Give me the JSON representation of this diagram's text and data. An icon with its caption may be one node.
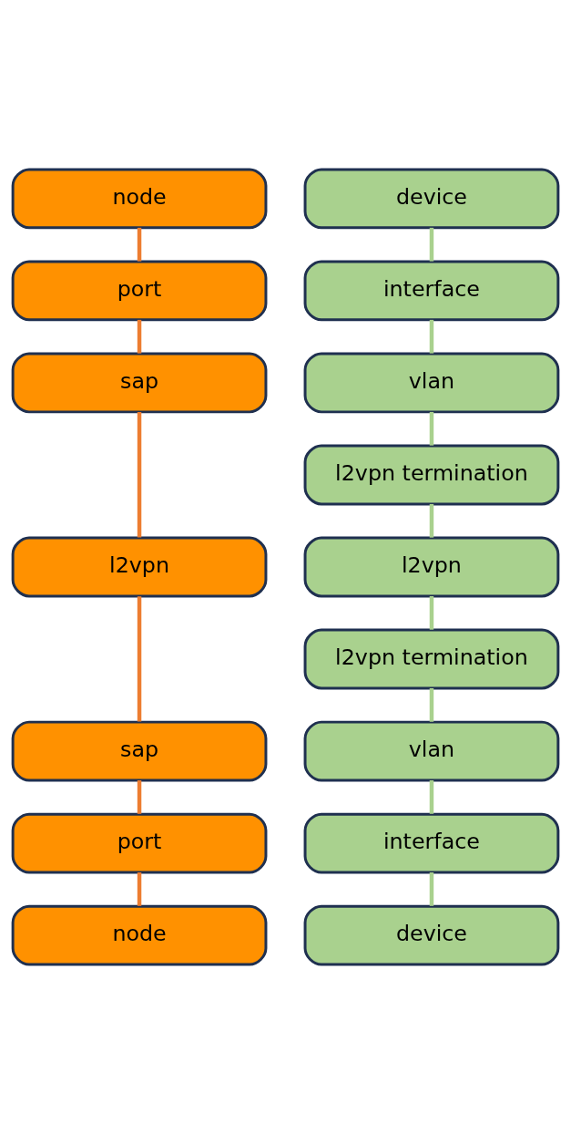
{
  "diagram": {
    "nodes": [
      {
        "text": [
          "node"
        ]
      },
      {
        "text": [
          "device"
        ]
      },
      {
        "text": [
          "port"
        ]
      },
      {
        "text": [
          "interface"
        ]
      },
      {
        "text": [
          "sap"
        ]
      },
      {
        "text": [
          "vlan"
        ]
      },
      {
        "text": [
          "l2vpn termination"
        ]
      },
      {
        "text": [
          "l2vpn"
        ]
      },
      {
        "text": [
          "l2vpn"
        ]
      },
      {
        "text": [
          "l2vpn termination"
        ]
      },
      {
        "text": [
          "sap"
        ]
      },
      {
        "text": [
          "vlan"
        ]
      },
      {
        "text": [
          "port"
        ]
      },
      {
        "text": [
          "interface"
        ]
      },
      {
        "text": [
          "node"
        ]
      },
      {
        "text": [
          "device"
        ]
      }
    ],
    "edges": [
      {
        "from": 1,
        "to": 3,
        "arrow": "none"
      },
      {
        "from": 3,
        "to": 5,
        "arrow": "none"
      },
      {
        "from": 5,
        "to": 6,
        "arrow": "none"
      },
      {
        "from": 6,
        "to": 8,
        "arrow": "none"
      },
      {
        "from": 8,
        "to": 9,
        "arrow": "none"
      },
      {
        "from": 9,
        "to": 11,
        "arrow": "none"
      },
      {
        "from": 11,
        "to": 13,
        "arrow": "none"
      },
      {
        "from": 13,
        "to": 15,
        "arrow": "none"
      },
      {
        "from": 0,
        "to": 2,
        "arrow": "none",
        "color": "#ed7d31"
      },
      {
        "from": 2,
        "to": 4,
        "arrow": "none",
        "color": "#ed7d31"
      },
      {
        "from": 4,
        "to": 7,
        "arrow": "none",
        "color": "#ed7d31"
      },
      {
        "from": 7,
        "to": 10,
        "arrow": "none",
        "color": "#ed7d31"
      },
      {
        "from": 10,
        "to": 12,
        "arrow": "none",
        "color": "#ed7d31"
      },
      {
        "from": 12,
        "to": 14,
        "arrow": "none",
        "color": "#ed7d31"
      }
    ]
  }
}
